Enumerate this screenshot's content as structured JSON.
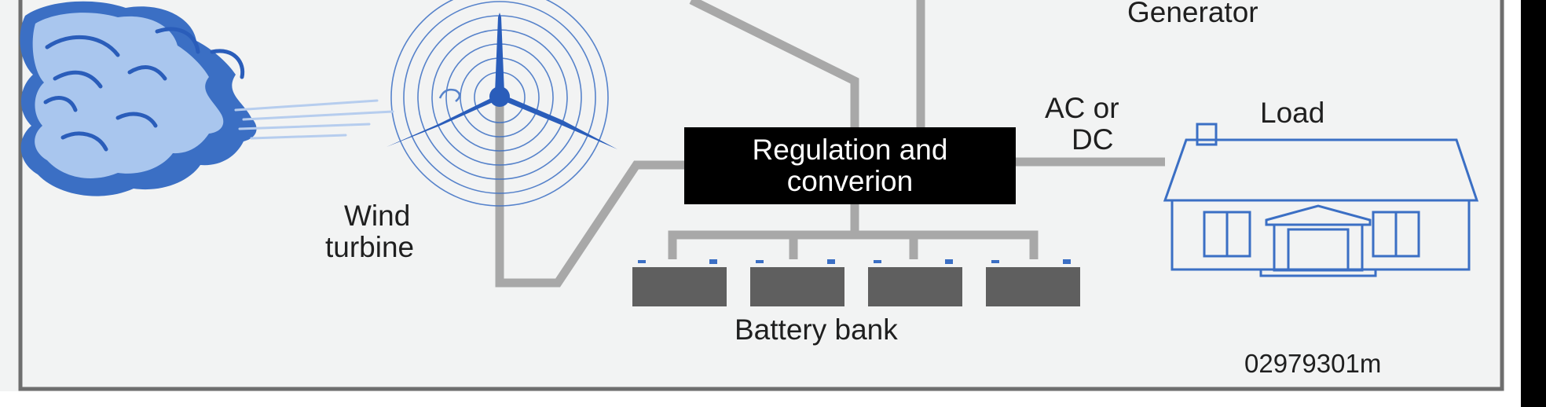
{
  "labels": {
    "generator": "Generator",
    "ac_dc_line1": "AC or",
    "ac_dc_line2": "DC",
    "load": "Load",
    "regulation_line1": "Regulation and",
    "regulation_line2": "converion",
    "wind_line1": "Wind",
    "wind_line2": "turbine",
    "battery_bank": "Battery bank",
    "figure_id": "02979301m"
  },
  "colors": {
    "background": "#f2f3f3",
    "frame": "#6e6e6e",
    "wire": "#a8a8a8",
    "accent_blue": "#3b6fc4",
    "battery": "#5f5f5f",
    "regulation_box": "#000000",
    "right_edge_bar": "#000000"
  },
  "icons": {
    "wind_god": "wind-god-face-icon",
    "turbine": "wind-turbine-icon",
    "house": "house-icon",
    "battery": "battery-icon"
  }
}
